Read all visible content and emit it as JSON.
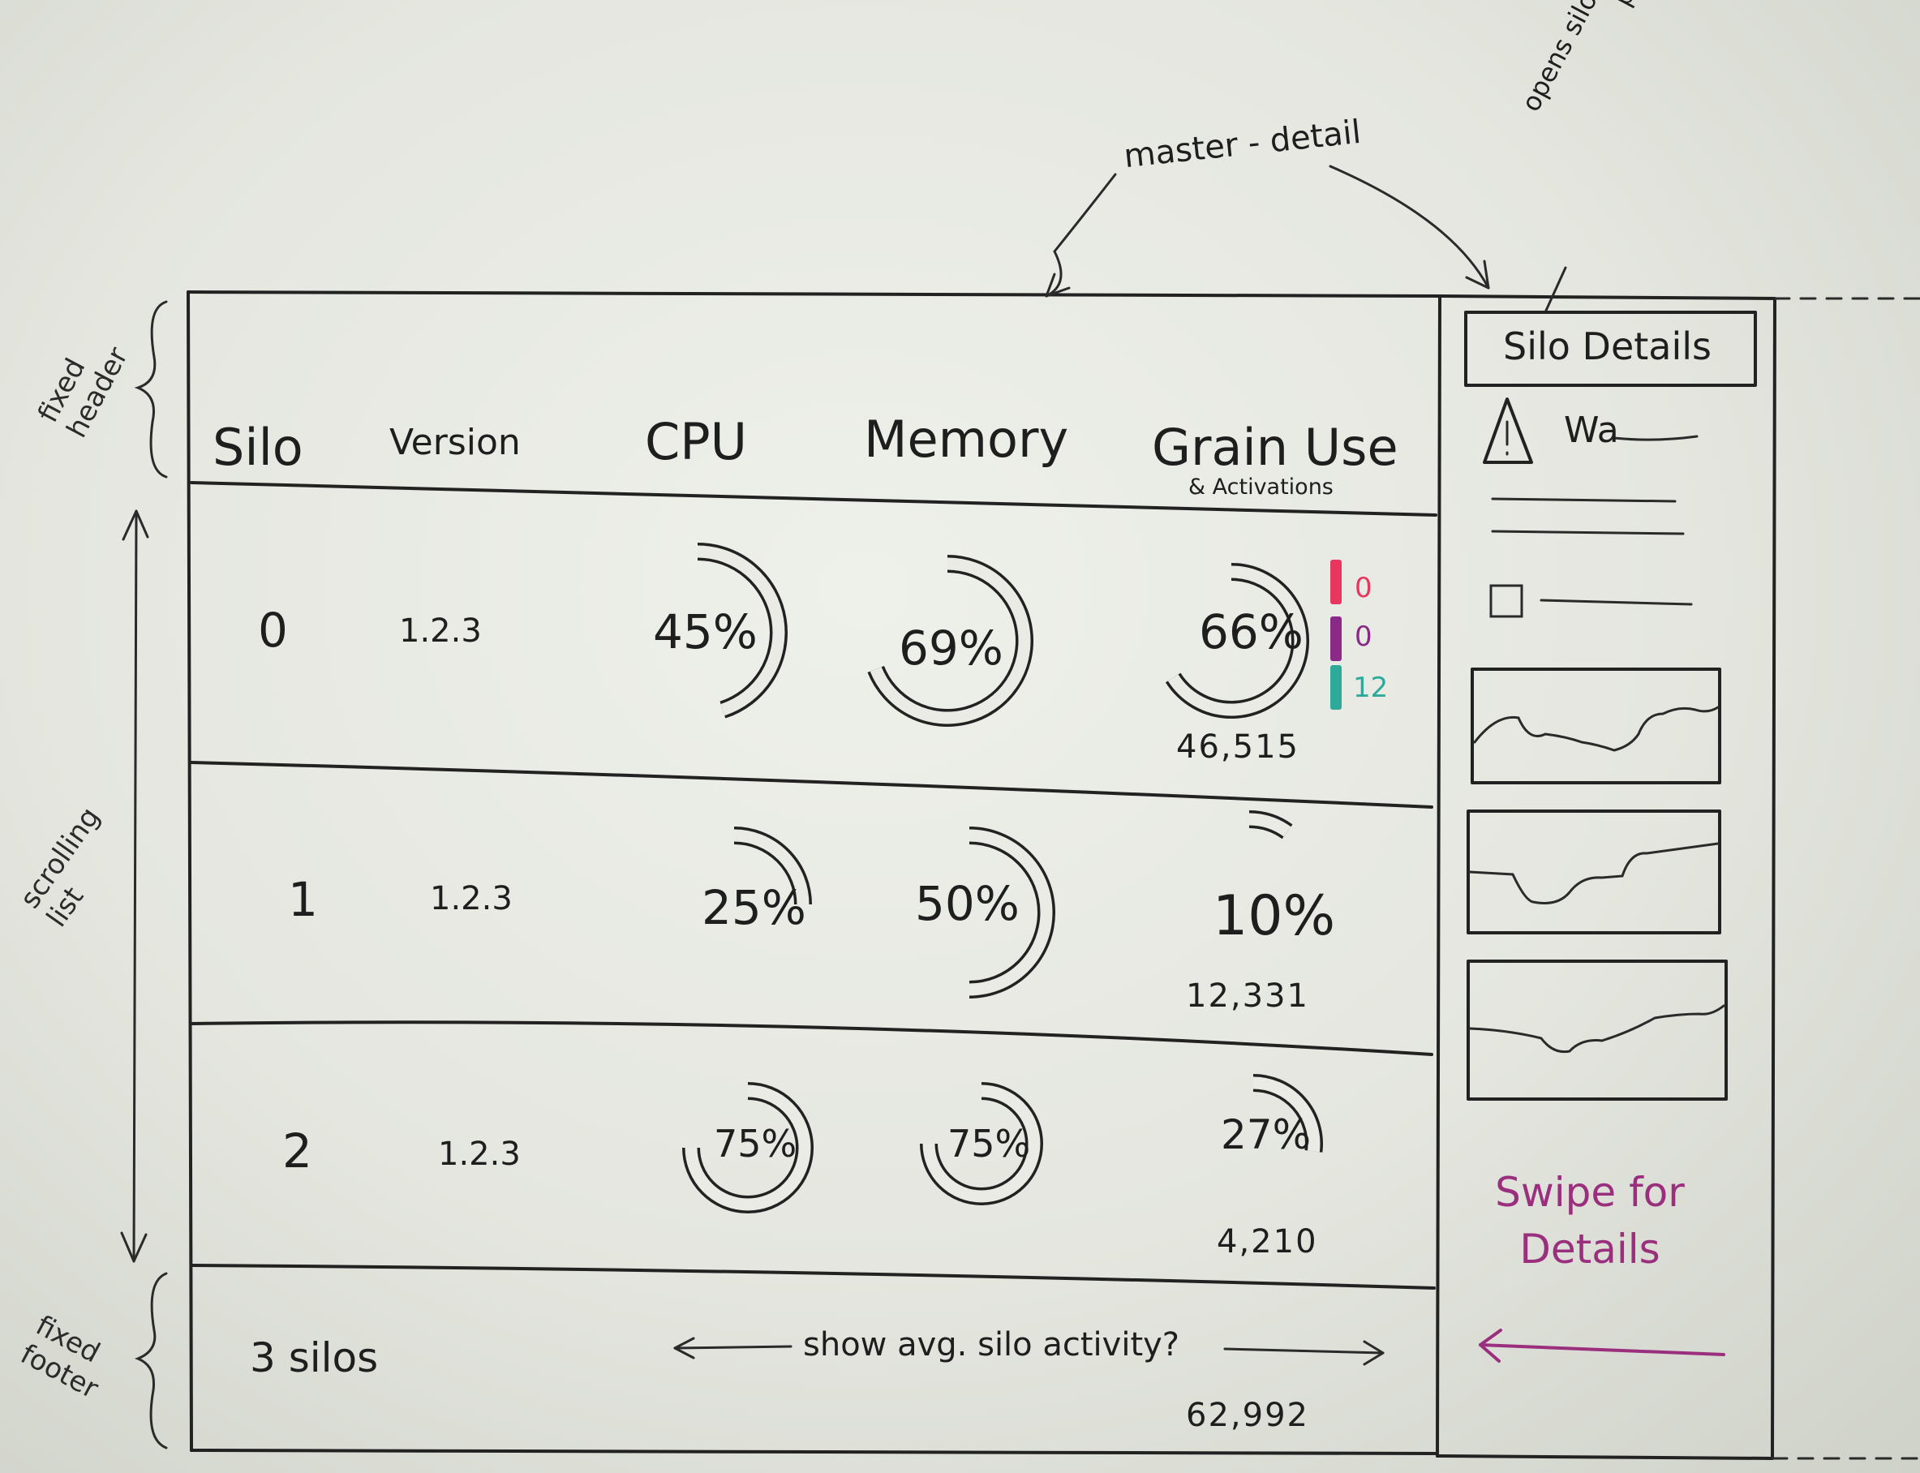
{
  "annotations": {
    "master_detail": "master - detail",
    "opens_details": "opens silo-focused details page",
    "fixed_header": "fixed header",
    "scrolling_list": "scrolling list",
    "fixed_footer": "fixed footer"
  },
  "header": {
    "columns": [
      "Silo",
      "Version",
      "CPU",
      "Memory",
      "Grain Use"
    ],
    "grain_subtitle": "& Activations"
  },
  "rows": [
    {
      "silo": "0",
      "version": "1.2.3",
      "cpu": "45%",
      "cpu_value": 0.45,
      "memory": "69%",
      "memory_value": 0.69,
      "grain": "66%",
      "grain_value": 0.66,
      "activations": "46,515",
      "badges": [
        {
          "value": "0",
          "color": "#e8375f"
        },
        {
          "value": "0",
          "color": "#8a2a86"
        },
        {
          "value": "12",
          "color": "#2fa99a"
        }
      ]
    },
    {
      "silo": "1",
      "version": "1.2.3",
      "cpu": "25%",
      "cpu_value": 0.25,
      "memory": "50%",
      "memory_value": 0.5,
      "grain": "10%",
      "grain_value": 0.1,
      "activations": "12,331"
    },
    {
      "silo": "2",
      "version": "1.2.3",
      "cpu": "75%",
      "cpu_value": 0.75,
      "memory": "75%",
      "memory_value": 0.75,
      "grain": "27%",
      "grain_value": 0.27,
      "activations": "4,210"
    }
  ],
  "footer": {
    "silo_count": "3 silos",
    "activity_note": "show avg. silo activity?",
    "total_activations": "62,992"
  },
  "detail_panel": {
    "button_label": "Silo Details",
    "warning_label": "Wa",
    "swipe_hint": "Swipe for Details"
  },
  "colors": {
    "ink": "#222222",
    "swipe_hint": "#9a2f7d",
    "badge_red": "#e8375f",
    "badge_purple": "#8a2a86",
    "badge_teal": "#2fa99a"
  }
}
